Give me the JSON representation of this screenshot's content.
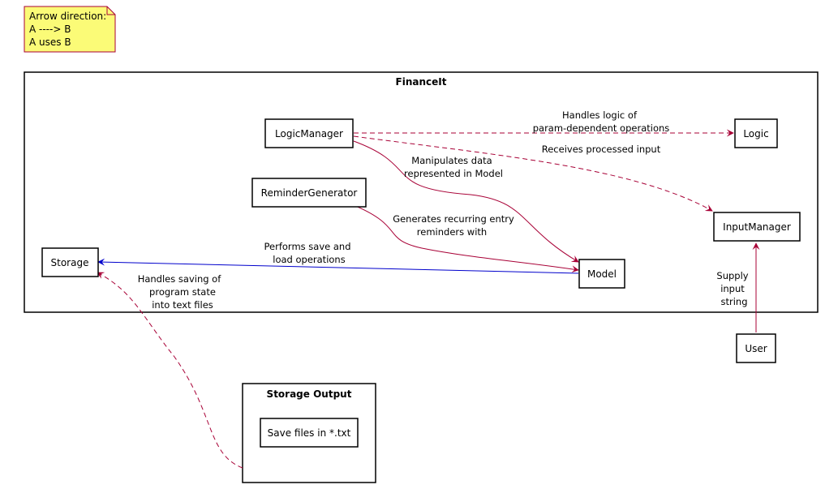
{
  "note": {
    "lines": [
      "Arrow direction:",
      "A ----> B",
      "A uses B"
    ],
    "fill": "#FBFB77",
    "stroke": "#A80036"
  },
  "containers": {
    "financeit": {
      "title": "FinanceIt"
    },
    "storage_output": {
      "title": "Storage Output"
    }
  },
  "nodes": {
    "logic_manager": "LogicManager",
    "logic": "Logic",
    "reminder_generator": "ReminderGenerator",
    "input_manager": "InputManager",
    "storage": "Storage",
    "model": "Model",
    "user": "User",
    "save_files": "Save files in *.txt"
  },
  "edge_labels": {
    "logic_to_logic": [
      "Handles logic of",
      "param-dependent operations"
    ],
    "logic_to_input": [
      "Receives processed input"
    ],
    "logic_to_model": [
      "Manipulates data",
      "represented in Model"
    ],
    "reminder_to_model": [
      "Generates recurring entry",
      "reminders with"
    ],
    "model_to_storage": [
      "Performs save and",
      "load operations"
    ],
    "storage_to_output": [
      "Handles saving of",
      "program state",
      "into text files"
    ],
    "user_to_input": [
      "Supply",
      "input",
      "string"
    ]
  },
  "colors": {
    "edge": "#A80036",
    "storage_edge": "#0000CC",
    "box_border": "#000000"
  }
}
